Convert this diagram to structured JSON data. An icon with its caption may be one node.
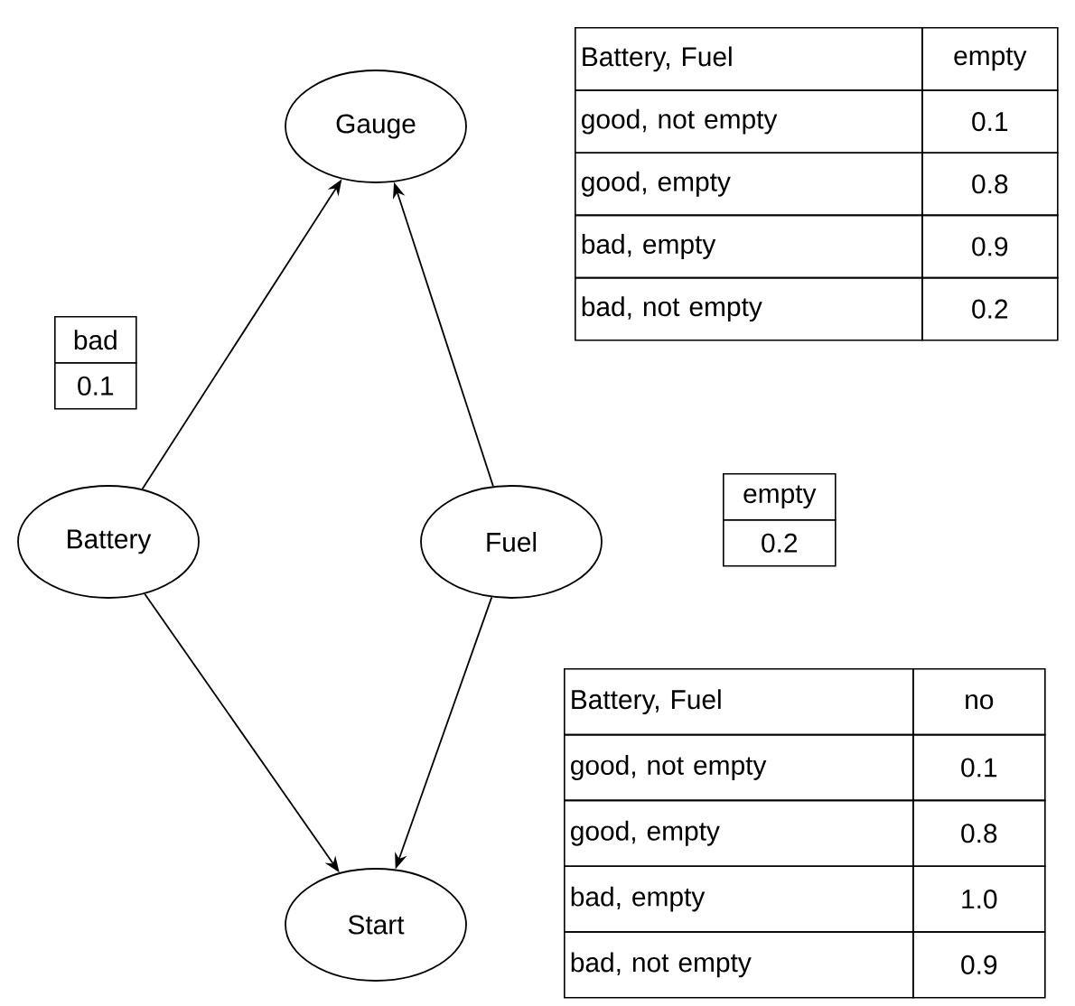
{
  "diagram": {
    "nodes": [
      {
        "text": [
          "Gauge"
        ]
      },
      {
        "text": [
          "Battery"
        ]
      },
      {
        "text": [
          "Fuel"
        ]
      },
      {
        "text": [
          "Start"
        ]
      }
    ],
    "edges": [
      {
        "from": 1,
        "to": 0,
        "arrow": "to"
      },
      {
        "from": 2,
        "to": 0,
        "arrow": "to"
      },
      {
        "from": 1,
        "to": 3,
        "arrow": "to"
      },
      {
        "from": 2,
        "to": 3,
        "arrow": "to"
      }
    ],
    "labels": [
      "Battery, Fuel",
      "empty",
      "good, not empty",
      "0.1",
      "good, empty",
      "0.8",
      "bad, empty",
      "0.9",
      "bad, not empty",
      "0.2",
      "bad",
      "0.1",
      "empty",
      "0.2",
      "Battery, Fuel",
      "no",
      "good, not empty",
      "0.1",
      "good, empty",
      "0.8",
      "bad, empty",
      "1.0",
      "bad, not empty",
      "0.9"
    ]
  }
}
